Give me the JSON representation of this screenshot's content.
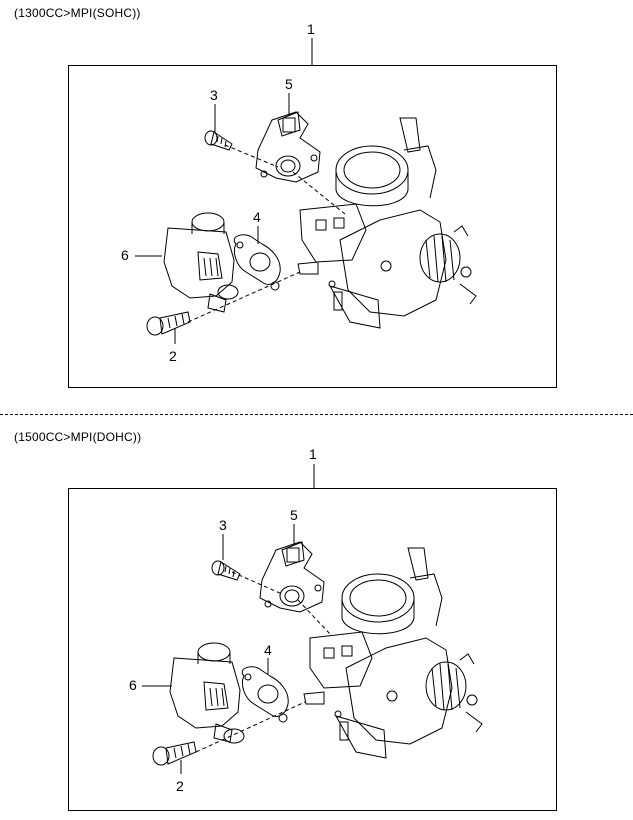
{
  "sections": [
    {
      "title": "(1300CC>MPI(SOHC))",
      "labels": {
        "assembly": "1",
        "bolt_lower": "2",
        "screw": "3",
        "gasket": "4",
        "sensor": "5",
        "actuator": "6"
      }
    },
    {
      "title": "(1500CC>MPI(DOHC))",
      "labels": {
        "assembly": "1",
        "bolt_lower": "2",
        "screw": "3",
        "gasket": "4",
        "sensor": "5",
        "actuator": "6"
      }
    }
  ]
}
